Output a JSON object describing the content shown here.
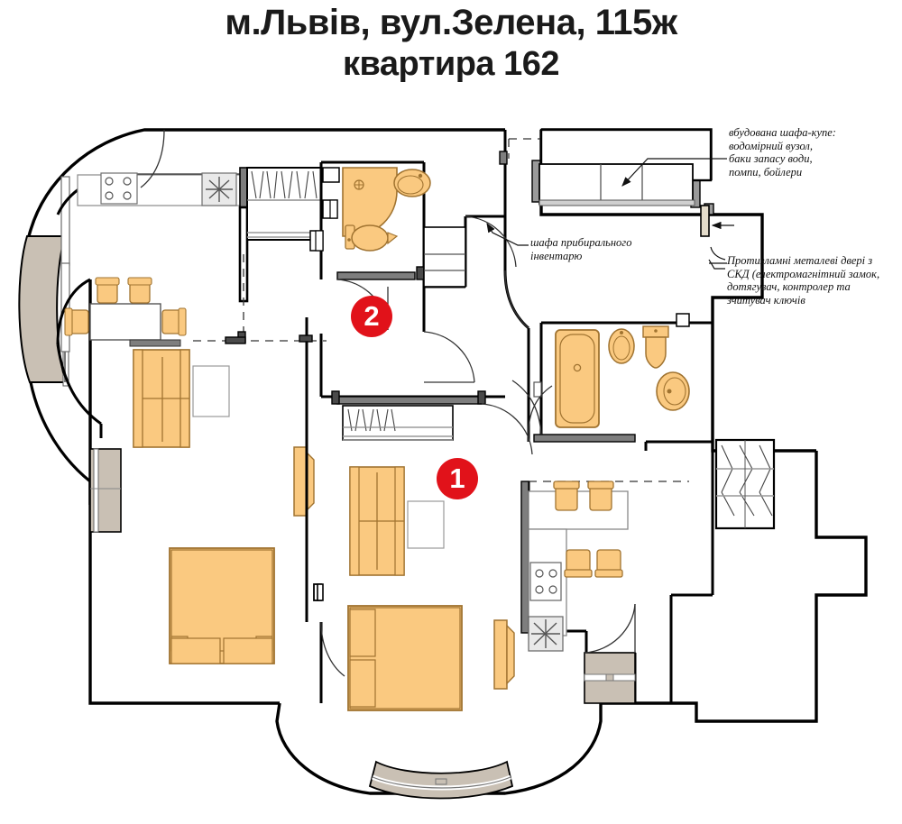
{
  "document": {
    "type": "floor-plan",
    "title_line1": "м.Львів, вул.Зелена, 115ж",
    "title_line2": "квартира 162"
  },
  "annotations": [
    {
      "id": "built-in-wardrobe",
      "text": "вбудована шафа-купе:\nводомірний вузол,\nбаки запасу води,\nпомпи, бойлери"
    },
    {
      "id": "cleaning-closet",
      "text": "шафа прибирального\nінвентарю"
    },
    {
      "id": "entrance-door",
      "text": "Протизламні металеві двері з\nСКД (електромагнітний замок,\nдотягувач, контролер та\nзчитувач ключів"
    }
  ],
  "markers": [
    {
      "id": "marker-1",
      "label": "1"
    },
    {
      "id": "marker-2",
      "label": "2"
    }
  ],
  "colors": {
    "wall": "#000000",
    "furniture_fill": "#FAC980",
    "furniture_stroke": "#A07330",
    "window_fill": "#C9C0B4",
    "appliance_fill": "#ECECEC",
    "door_wall_fill": "#7E7E7E",
    "marker_red": "#E1121A",
    "paper": "#FFFFFF"
  },
  "rooms": [
    {
      "id": "kitchen-dining-living",
      "label": ""
    },
    {
      "id": "bedroom-left",
      "label": ""
    },
    {
      "id": "bedroom-right",
      "label": ""
    },
    {
      "id": "bathroom-small",
      "label": ""
    },
    {
      "id": "bathroom-main",
      "label": ""
    },
    {
      "id": "kitchen-second",
      "label": ""
    },
    {
      "id": "hall-corridor",
      "label": ""
    }
  ],
  "fixtures": [
    {
      "id": "cooktop-1",
      "name": "stove-four-burner"
    },
    {
      "id": "sink-1",
      "name": "kitchen-sink"
    },
    {
      "id": "cooktop-2",
      "name": "stove-four-burner"
    },
    {
      "id": "sink-2",
      "name": "kitchen-sink"
    },
    {
      "id": "shower-corner",
      "name": "corner-shower"
    },
    {
      "id": "washbasin-small",
      "name": "washbasin"
    },
    {
      "id": "toilet-small",
      "name": "toilet"
    },
    {
      "id": "bathtub",
      "name": "bathtub"
    },
    {
      "id": "bidet",
      "name": "bidet"
    },
    {
      "id": "toilet-main",
      "name": "toilet"
    },
    {
      "id": "washbasin-main",
      "name": "washbasin"
    },
    {
      "id": "dining-table",
      "name": "dining-table"
    },
    {
      "id": "sofa-left",
      "name": "sofa"
    },
    {
      "id": "sofa-right",
      "name": "sofa"
    },
    {
      "id": "bed-left",
      "name": "double-bed"
    },
    {
      "id": "bed-right",
      "name": "double-bed"
    },
    {
      "id": "armchair-left",
      "name": "armchair"
    },
    {
      "id": "armchair-right",
      "name": "armchair"
    },
    {
      "id": "bar-counter",
      "name": "bar-counter"
    }
  ]
}
